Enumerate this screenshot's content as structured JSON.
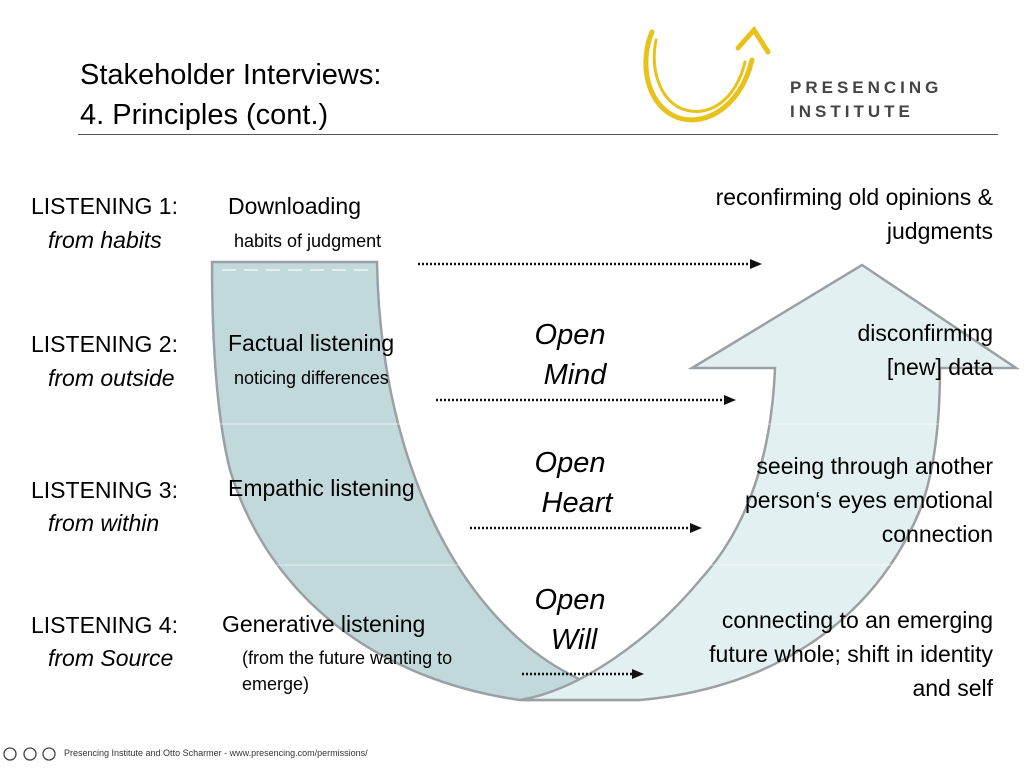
{
  "title": {
    "line1": "Stakeholder Interviews:",
    "line2": "4. Principles (cont.)"
  },
  "logo": {
    "line1": "PRESENCING",
    "line2": "INSTITUTE",
    "icon": "u-arrow-logo-icon",
    "color": "#E8C21A"
  },
  "levels": [
    {
      "label": "LISTENING 1:",
      "source": "from habits",
      "mode": "Downloading",
      "detail": "habits of judgment",
      "outcome": "reconfirming old opinions & judgments"
    },
    {
      "label": "LISTENING 2:",
      "source": "from outside",
      "mode": "Factual listening",
      "detail": "noticing differences",
      "outcome": "disconfirming [new] data"
    },
    {
      "label": "LISTENING 3:",
      "source": "from within",
      "mode": "Empathic listening",
      "detail": "",
      "outcome": "seeing through another person‘s eyes emotional connection"
    },
    {
      "label": "LISTENING 4:",
      "source": "from Source",
      "mode": "Generative listening",
      "detail": "(from the future wanting to emerge)",
      "outcome": "connecting to an emerging future whole; shift in identity and self"
    }
  ],
  "openings": [
    {
      "word": "Open",
      "object": "Mind"
    },
    {
      "word": "Open",
      "object": "Heart"
    },
    {
      "word": "Open",
      "object": "Will"
    }
  ],
  "footer": {
    "license_icons": [
      "cc-icon",
      "by-icon",
      "nc-icon"
    ],
    "text": "Presencing Institute and Otto Scharmer - www.presencing.com/permissions/"
  },
  "colors": {
    "u_left": "#C2D9DC",
    "u_right": "#E3F0F1",
    "u_stroke": "#9AA0A3",
    "logo_yellow": "#E8C21A"
  }
}
